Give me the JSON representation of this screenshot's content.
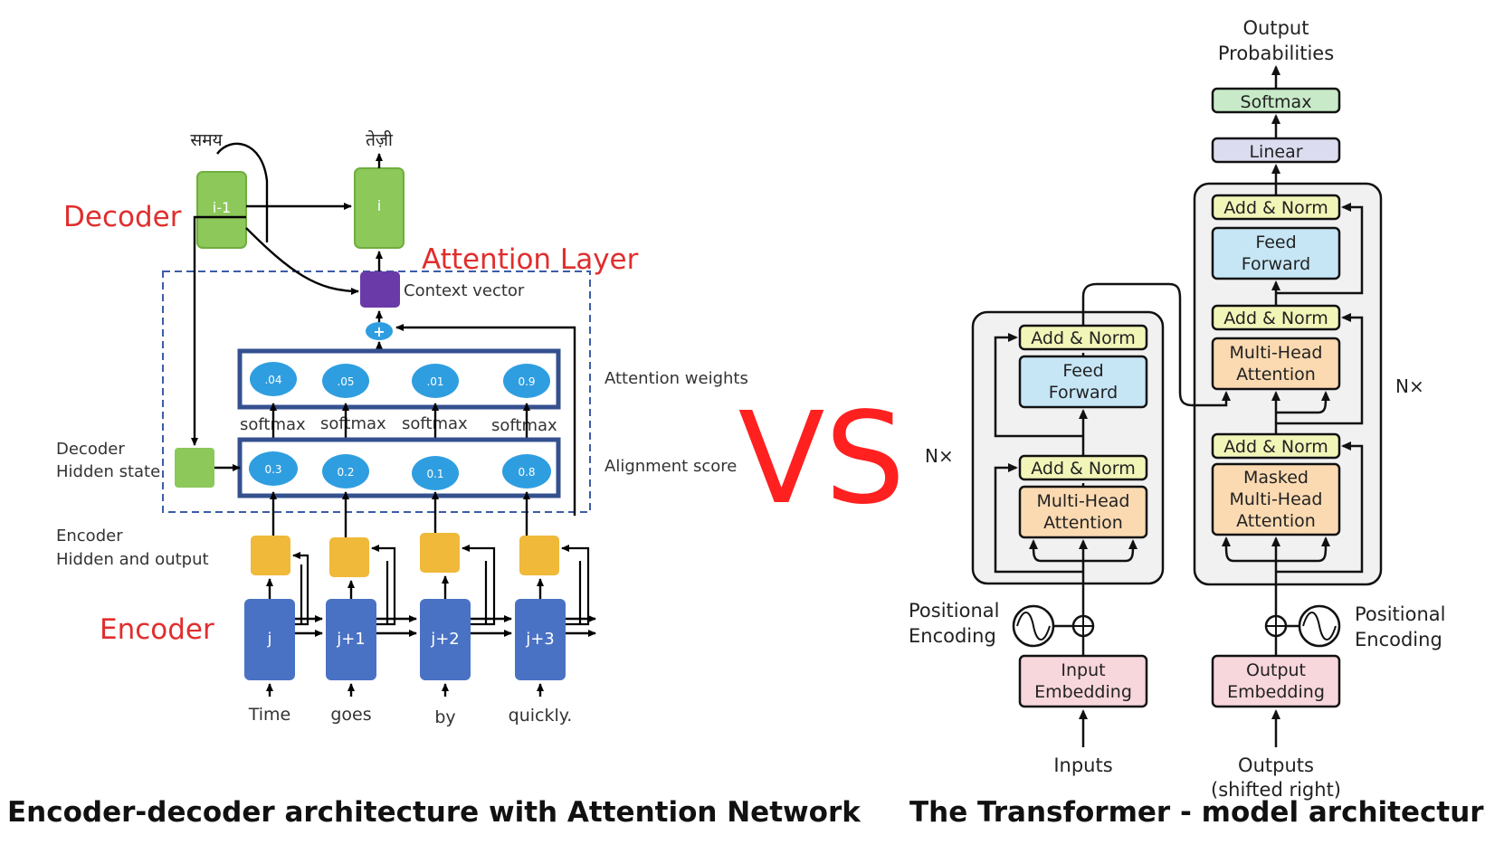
{
  "left": {
    "decoder_title": "Decoder",
    "encoder_title": "Encoder",
    "attention_layer_title": "Attention Layer",
    "context_vector_label": "Context vector",
    "attention_weights_label": "Attention weights",
    "alignment_score_label": "Alignment score",
    "decoder_hidden_label_1": "Decoder",
    "decoder_hidden_label_2": "Hidden state",
    "encoder_hidden_label_1": "Encoder",
    "encoder_hidden_label_2": "Hidden and output",
    "decoder_prev_label": "i-1",
    "decoder_cur_label": "i",
    "decoder_prev_output": "समय",
    "decoder_cur_output": "तेज़ी",
    "plus_symbol": "+",
    "weights": [
      ".04",
      ".05",
      ".01",
      "0.9"
    ],
    "scores": [
      "0.3",
      "0.2",
      "0.1",
      "0.8"
    ],
    "softmax_label": "softmax",
    "encoder_steps": [
      "j",
      "j+1",
      "j+2",
      "j+3"
    ],
    "input_words": [
      "Time",
      "goes",
      "by",
      "quickly."
    ],
    "colors": {
      "red": "#e02e2e",
      "green": "#8cc85a",
      "blue": "#4a72c4",
      "yellow": "#f0b93a",
      "purple": "#6a3aa8",
      "light_blue": "#2f9ee0"
    }
  },
  "vs_label": "VS",
  "right": {
    "output_probabilities_1": "Output",
    "output_probabilities_2": "Probabilities",
    "softmax": "Softmax",
    "linear": "Linear",
    "add_norm": "Add & Norm",
    "feed_forward_1": "Feed",
    "feed_forward_2": "Forward",
    "multi_head_1": "Multi-Head",
    "multi_head_2": "Attention",
    "masked": "Masked",
    "nx": "N×",
    "positional_1": "Positional",
    "positional_2": "Encoding",
    "input_embedding_1": "Input",
    "input_embedding_2": "Embedding",
    "output_embedding_1": "Output",
    "output_embedding_2": "Embedding",
    "inputs": "Inputs",
    "outputs_1": "Outputs",
    "outputs_2": "(shifted right)",
    "plus_symbol": "+",
    "colors": {
      "softmax": "#c8eac8",
      "linear": "#dcdcf0",
      "add_norm": "#f2f5b8",
      "feed_forward": "#c6e6f6",
      "attention": "#fbdab2",
      "embedding": "#f7d6dc",
      "block_bg": "#f1f1f1"
    }
  },
  "captions": {
    "left": "Encoder-decoder architecture with Attention Network",
    "right": "The Transformer - model architecture."
  }
}
